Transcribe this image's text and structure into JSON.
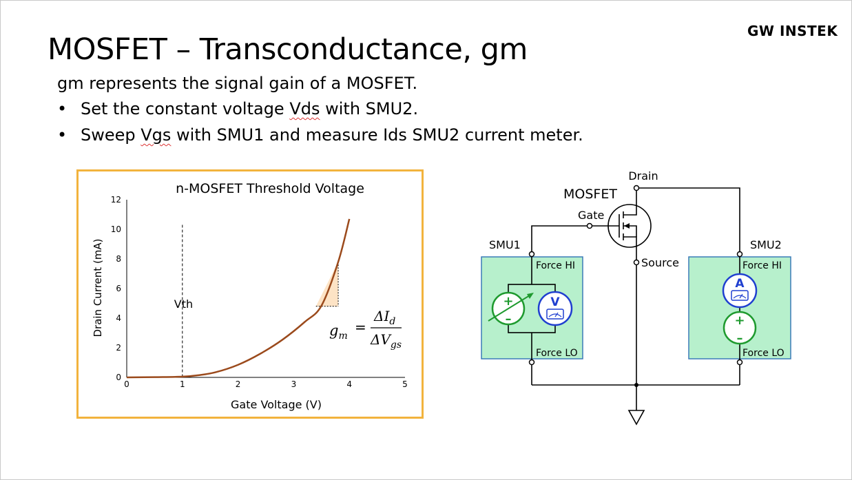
{
  "slide": {
    "title": "MOSFET – Transconductance, gm",
    "logo": "GW INSTEK",
    "intro": "gm represents the signal gain of a MOSFET.",
    "bullets": [
      {
        "pre": "Set the constant voltage ",
        "mark": "Vds",
        "post": " with SMU2."
      },
      {
        "pre": "Sweep ",
        "mark": "Vgs",
        "post": " with SMU1 and measure Ids SMU2 current meter."
      }
    ]
  },
  "chart_data": {
    "type": "line",
    "title": "n-MOSFET Threshold Voltage",
    "xlabel": "Gate Voltage (V)",
    "ylabel": "Drain Current (mA)",
    "xlim": [
      0,
      5
    ],
    "ylim": [
      0,
      12
    ],
    "xticks": [
      0,
      1,
      2,
      3,
      4,
      5
    ],
    "yticks": [
      0,
      2,
      4,
      6,
      8,
      10,
      12
    ],
    "grid": false,
    "series": [
      {
        "values": [
          {
            "x": 0.0,
            "y": 0.0
          },
          {
            "x": 0.5,
            "y": 0.02
          },
          {
            "x": 1.0,
            "y": 0.05
          },
          {
            "x": 1.3,
            "y": 0.15
          },
          {
            "x": 1.6,
            "y": 0.35
          },
          {
            "x": 2.0,
            "y": 0.85
          },
          {
            "x": 2.4,
            "y": 1.6
          },
          {
            "x": 2.8,
            "y": 2.55
          },
          {
            "x": 3.2,
            "y": 3.75
          },
          {
            "x": 3.5,
            "y": 4.85
          },
          {
            "x": 3.8,
            "y": 7.8
          },
          {
            "x": 4.0,
            "y": 10.7
          }
        ]
      }
    ],
    "vth": {
      "x": 1.0,
      "label": "Vth"
    },
    "delta_triangle": {
      "x1": 3.4,
      "x2": 3.8,
      "y1": 4.8,
      "y2": 7.8
    },
    "formula": {
      "lhs": "g",
      "lhs_sub": "m",
      "eq": "=",
      "num": "ΔI",
      "num_sub": "d",
      "den": "ΔV",
      "den_sub": "gs"
    },
    "colors": {
      "curve": "#9b4a1c",
      "frame": "#f2b33d",
      "triangle": "#fde3c5"
    }
  },
  "circuit": {
    "mosfet_label": "MOSFET",
    "drain": "Drain",
    "gate": "Gate",
    "source": "Source",
    "smu1": {
      "label": "SMU1",
      "force_hi": "Force HI",
      "force_lo": "Force LO",
      "meter": "V"
    },
    "smu2": {
      "label": "SMU2",
      "force_hi": "Force HI",
      "force_lo": "Force LO",
      "meter": "A"
    },
    "plus": "+",
    "minus": "–",
    "colors": {
      "box": "#b7f0cc",
      "box_border": "#3a7ab8",
      "source_green": "#1e9a2e",
      "meter_blue": "#1f3fd0"
    }
  }
}
